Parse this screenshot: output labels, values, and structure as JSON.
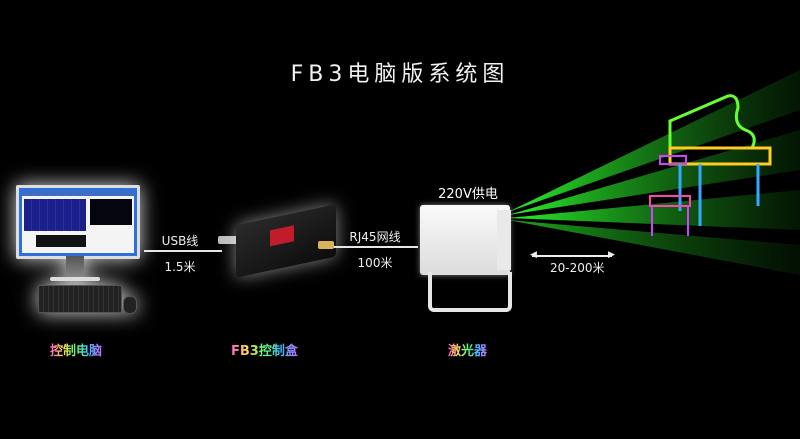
{
  "title": "FB3电脑版系统图",
  "nodes": {
    "computer": {
      "label": "控制电脑",
      "icon": "desktop-computer-icon"
    },
    "controller": {
      "label": "FB3控制盒",
      "icon": "controller-box-icon"
    },
    "laser": {
      "label": "激光器",
      "icon": "laser-projector-icon",
      "power": "220V供电"
    }
  },
  "links": {
    "usb": {
      "type": "USB线",
      "length": "1.5米"
    },
    "rj45": {
      "type": "RJ45网线",
      "length": "100米"
    },
    "projection": {
      "range": "20-200米"
    }
  },
  "projection_image": {
    "icon": "laser-piano-icon"
  },
  "colors": {
    "background": "#000000",
    "beam": "#39e23b",
    "text": "#ffffff"
  }
}
